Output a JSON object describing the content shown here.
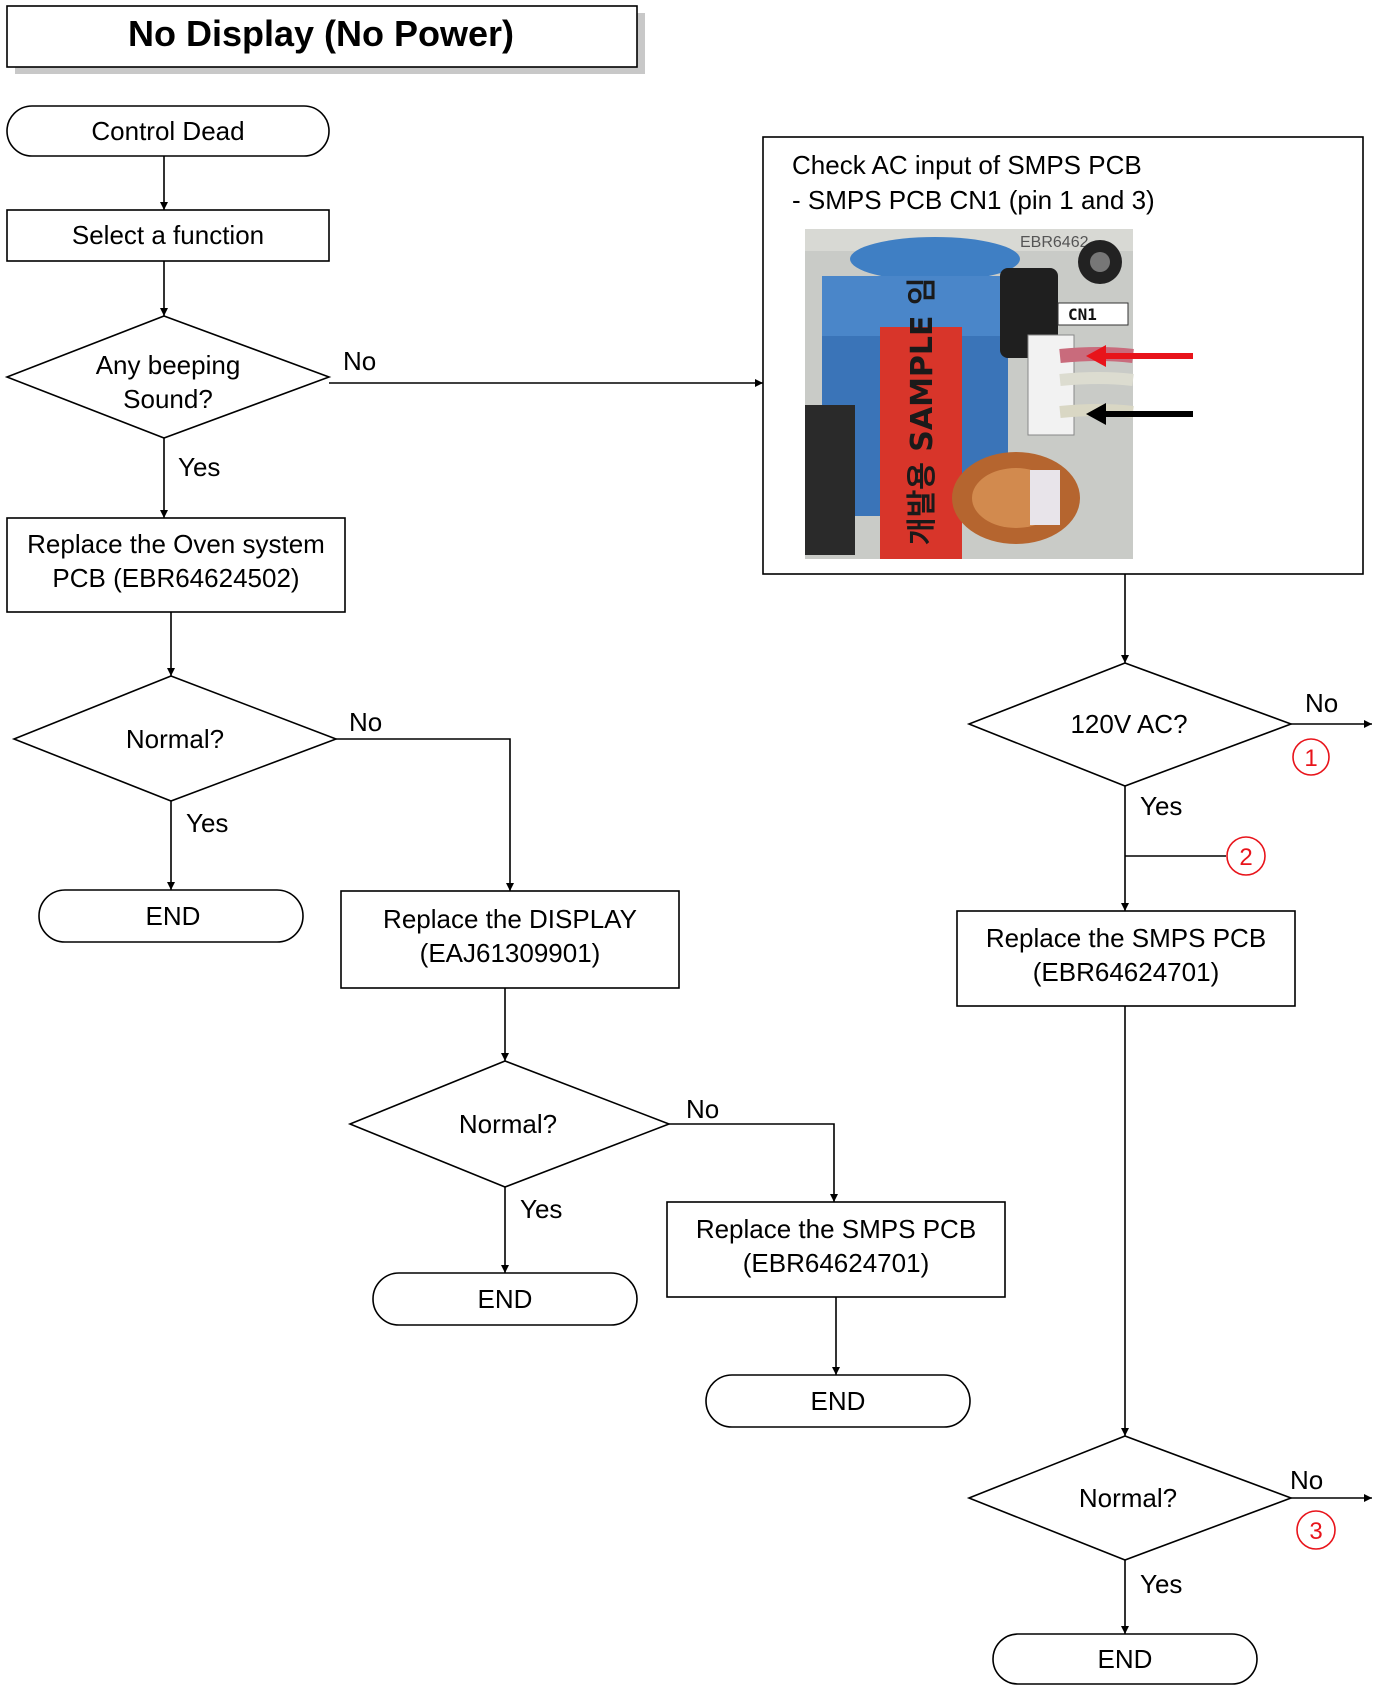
{
  "title": "No Display (No Power)",
  "nodes": {
    "control_dead": "Control Dead",
    "select_function": "Select a function",
    "beep_q1": "Any beeping",
    "beep_q2": "Sound?",
    "replace_oven_1": "Replace the Oven system",
    "replace_oven_2": "PCB (EBR64624502)",
    "normal_q": "Normal?",
    "end": "END",
    "replace_display_1": "Replace the DISPLAY",
    "replace_display_2": "(EAJ61309901)",
    "replace_smps_1": "Replace the SMPS PCB",
    "replace_smps_2": "(EBR64624701)",
    "check_ac_1": "Check AC input of SMPS PCB",
    "check_ac_2": "- SMPS PCB CN1 (pin 1 and 3)",
    "ac_q": "120V AC?"
  },
  "labels": {
    "yes": "Yes",
    "no": "No"
  },
  "refs": {
    "r1": "1",
    "r2": "2",
    "r3": "3"
  },
  "photo": {
    "sticker_text": "개발용 SAMPLE 임",
    "connector_label": "CN1",
    "board_code": "EBR6462"
  },
  "colors": {
    "ref_red": "#e8141b",
    "arrow_red": "#e8141b",
    "arrow_black": "#000000",
    "title_shadow": "#c8c8c8"
  }
}
